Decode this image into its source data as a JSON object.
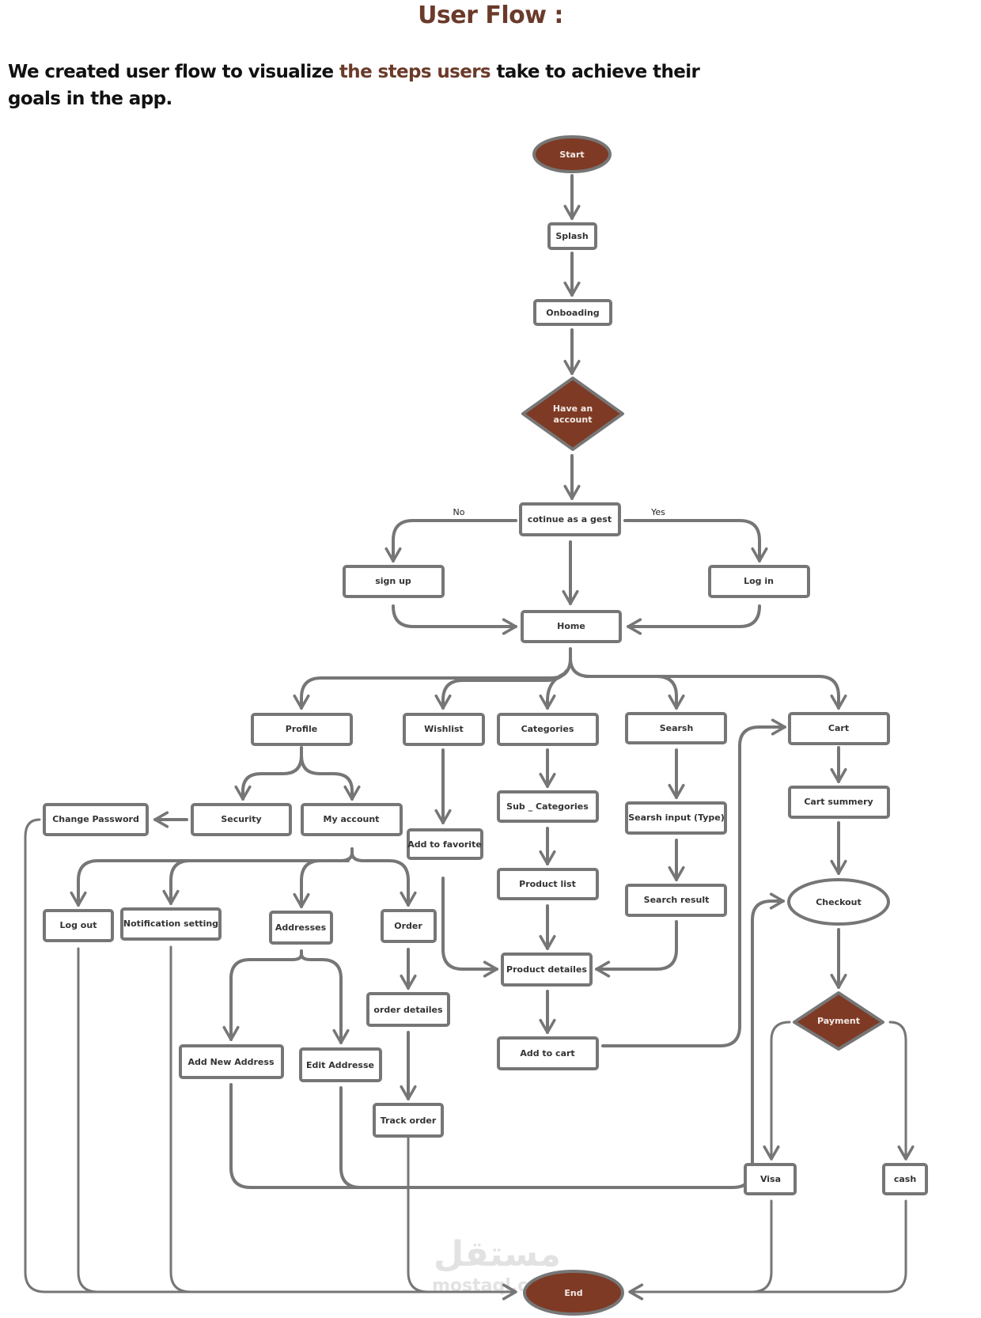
{
  "header": {
    "title": "User Flow :",
    "intro_before": "We created user flow to visualize ",
    "intro_highlight": "the steps users",
    "intro_after": " take to achieve their goals in the app."
  },
  "colors": {
    "accent": "#7e3a24",
    "title": "#6b3a2a",
    "line": "#767676"
  },
  "nodes": {
    "start": "Start",
    "splash": "Splash",
    "onboarding": "Onboading",
    "have_account": [
      "Have an",
      "account"
    ],
    "continue_guest": "cotinue as a gest",
    "sign_up": "sign up",
    "log_in": "Log in",
    "home": "Home",
    "profile": "Profile",
    "wishlist": "Wishlist",
    "categories": "Categories",
    "search": "Searsh",
    "cart": "Cart",
    "security": "Security",
    "my_account": "My account",
    "change_password": "Change Password",
    "add_to_favorite": "Add to favorite",
    "sub_categories": "Sub _ Categories",
    "search_input": "Searsh input (Type)",
    "cart_summary": "Cart summery",
    "product_list": "Product list",
    "search_result": "Search result",
    "checkout": "Checkout",
    "log_out": "Log out",
    "notification_setting": "Notification setting",
    "addresses": "Addresses",
    "order": "Order",
    "product_details": "Product detailes",
    "order_details": "order detailes",
    "payment": "Payment",
    "add_new_address": "Add New Address",
    "edit_address": "Edit Addresse",
    "add_to_cart": "Add to cart",
    "track_order": "Track order",
    "visa": "Visa",
    "cash": "cash",
    "end": "End"
  },
  "edge_labels": {
    "no": "No",
    "yes": "Yes"
  },
  "watermark": {
    "arabic": "مستقل",
    "latin": "mostaql.com"
  }
}
